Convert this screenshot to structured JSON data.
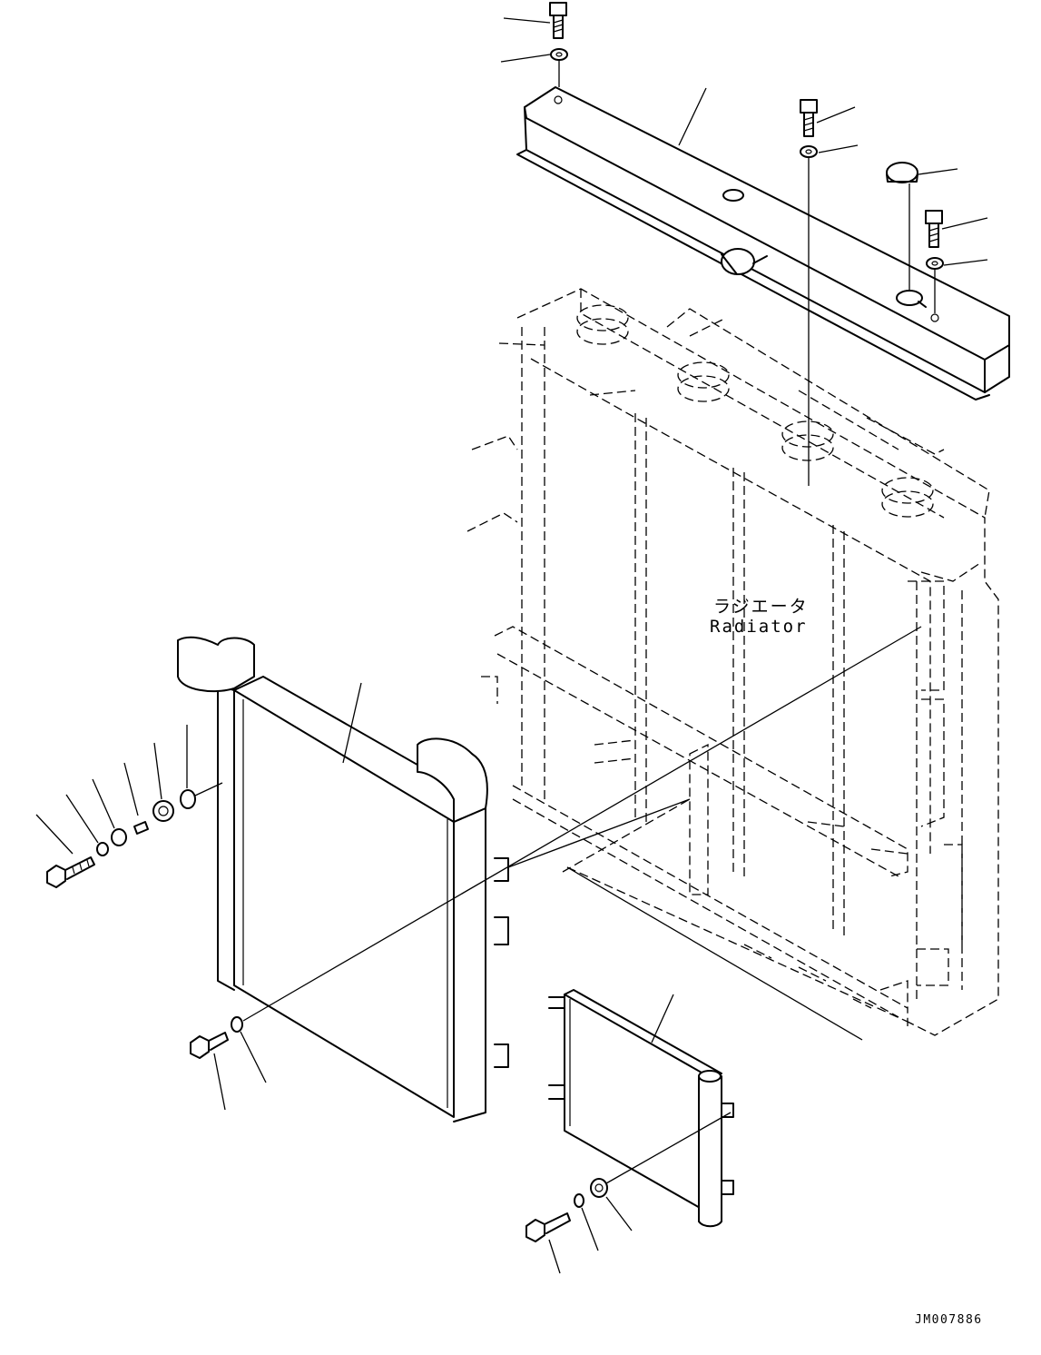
{
  "radiator_label": {
    "japanese": "ラジエータ",
    "english": "Radiator"
  },
  "drawing_number": "JM007886"
}
